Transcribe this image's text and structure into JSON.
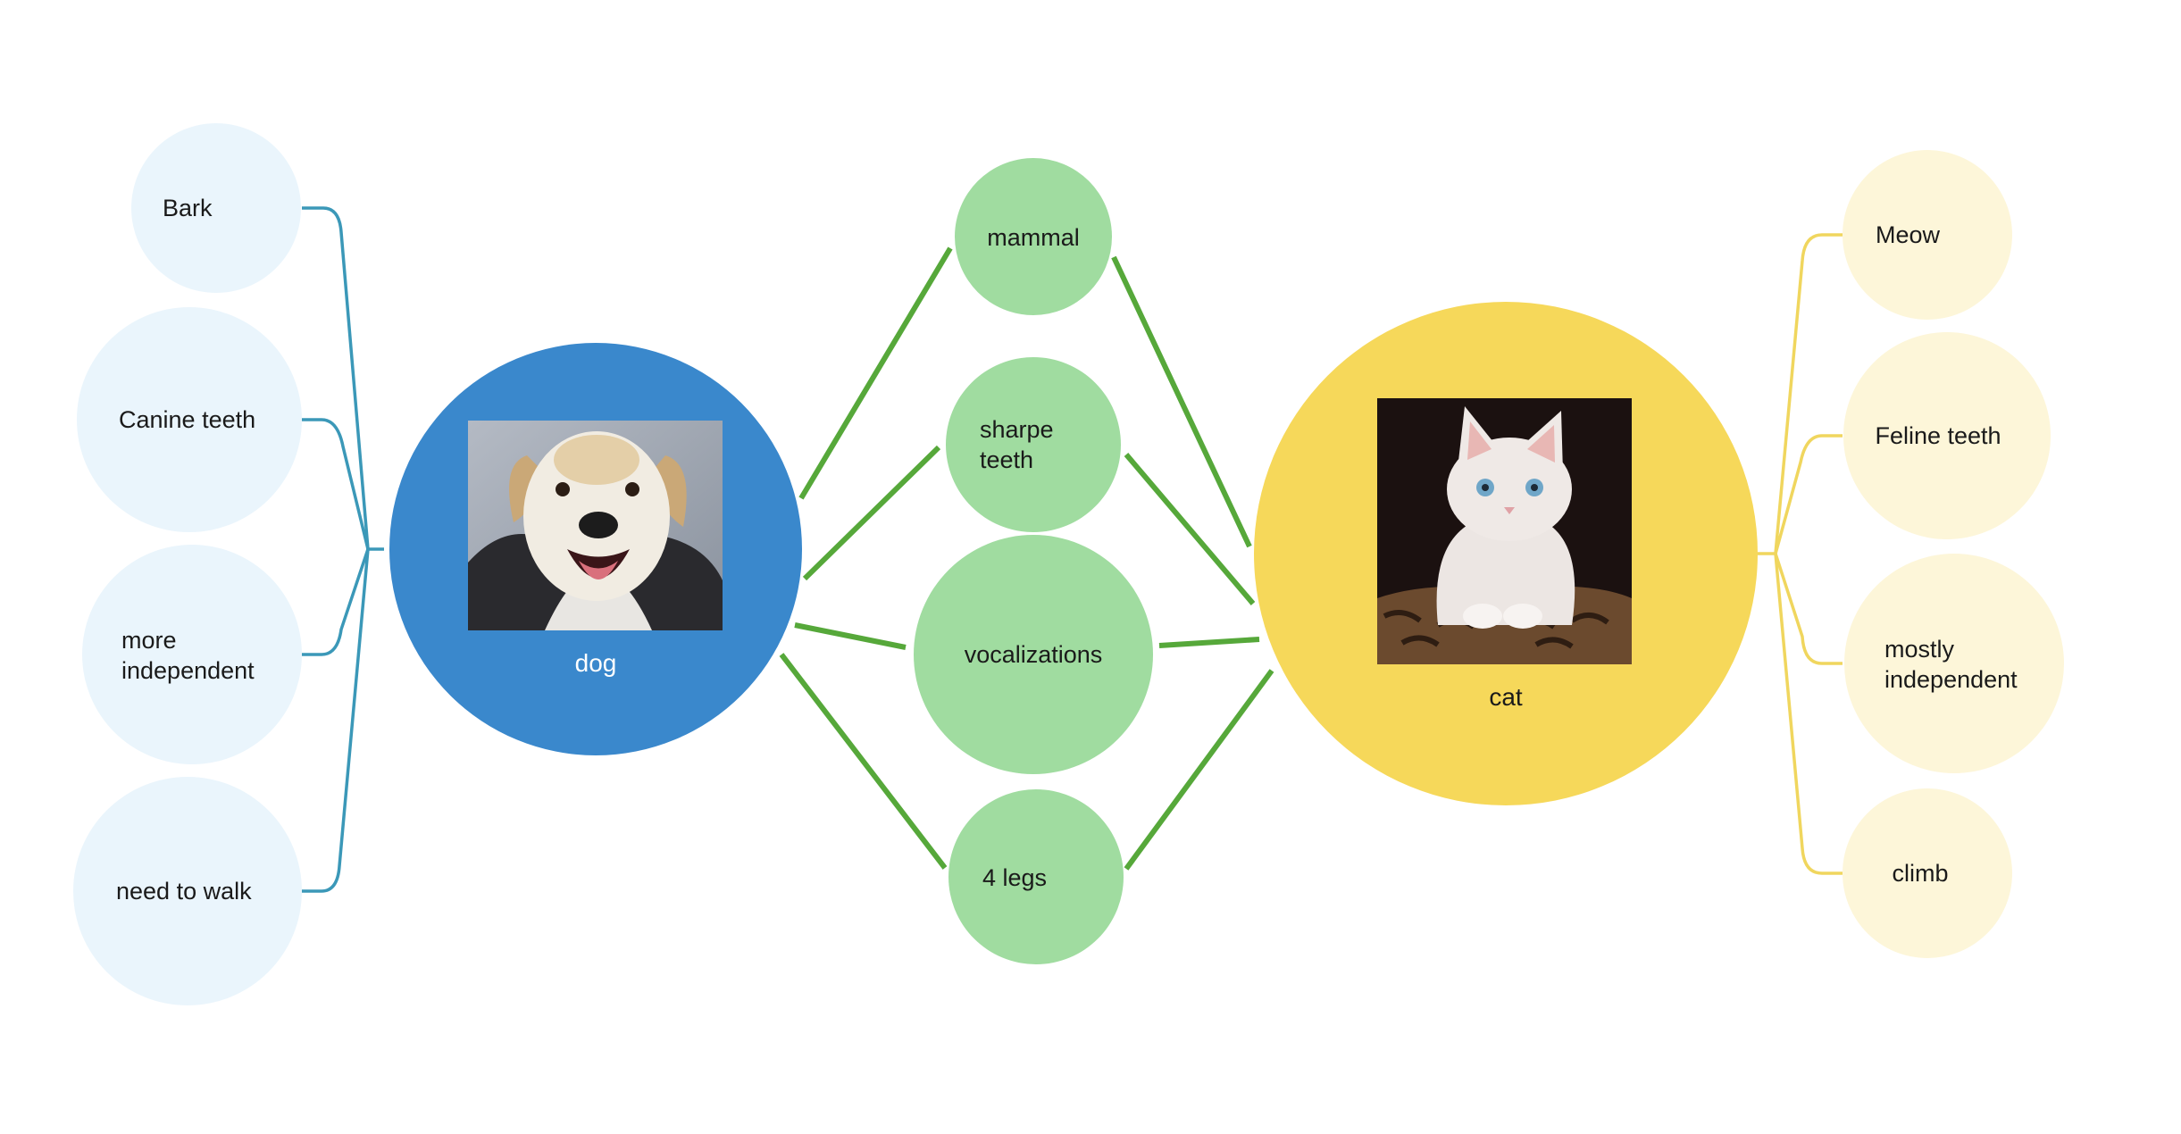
{
  "diagram": {
    "type": "double-bubble-map",
    "colors": {
      "dog_hub": "#3a88cc",
      "dog_leaf": "#eaf5fc",
      "dog_line": "#3b98b8",
      "shared_node": "#a0dca0",
      "shared_line": "#56a83a",
      "cat_hub": "#f6d85a",
      "cat_leaf": "#fdf6d9",
      "cat_line": "#f0d65e"
    },
    "dog": {
      "label": "dog",
      "image_icon": "dog-photo",
      "traits": [
        "Bark",
        "Canine teeth",
        "more independent",
        "need to walk"
      ]
    },
    "cat": {
      "label": "cat",
      "image_icon": "cat-photo",
      "traits": [
        "Meow",
        "Feline teeth",
        "mostly independent",
        "climb"
      ]
    },
    "shared": [
      "mammal",
      "sharpe teeth",
      "vocalizations",
      "4 legs"
    ]
  }
}
